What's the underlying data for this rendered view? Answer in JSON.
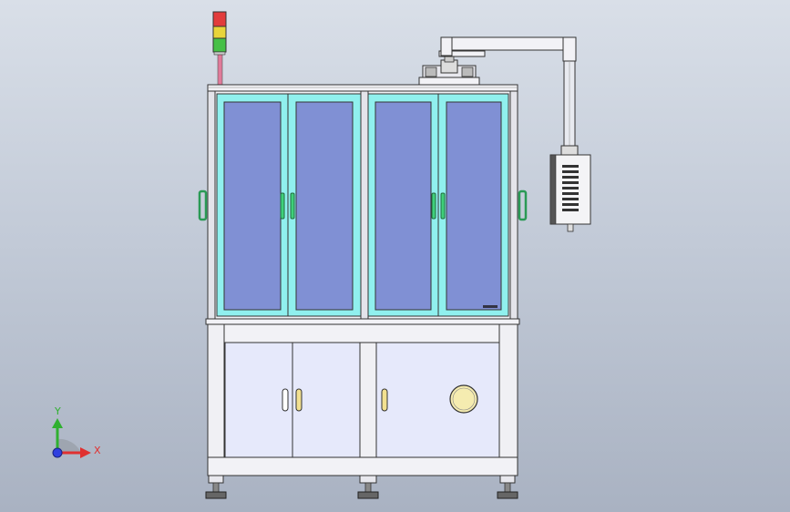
{
  "viewport": {
    "background_top": "#d9dfe8",
    "background_bottom": "#a9b2c2"
  },
  "machine": {
    "glass_fill": "#7f8fd0",
    "frame_fill": "#90f0ee",
    "cabinet_fill": "#e6e9fb",
    "body_fill": "#f2f2f6",
    "handle_fill": "#3fd07a",
    "signal_tower": {
      "lights": [
        "red",
        "yellow",
        "green"
      ],
      "colors": [
        "#e23b3b",
        "#e8d43a",
        "#46c046"
      ]
    }
  },
  "triad": {
    "x_label": "X",
    "y_label": "Y",
    "x_color": "#e03030",
    "y_color": "#30b030",
    "z_color": "#3040e0"
  }
}
